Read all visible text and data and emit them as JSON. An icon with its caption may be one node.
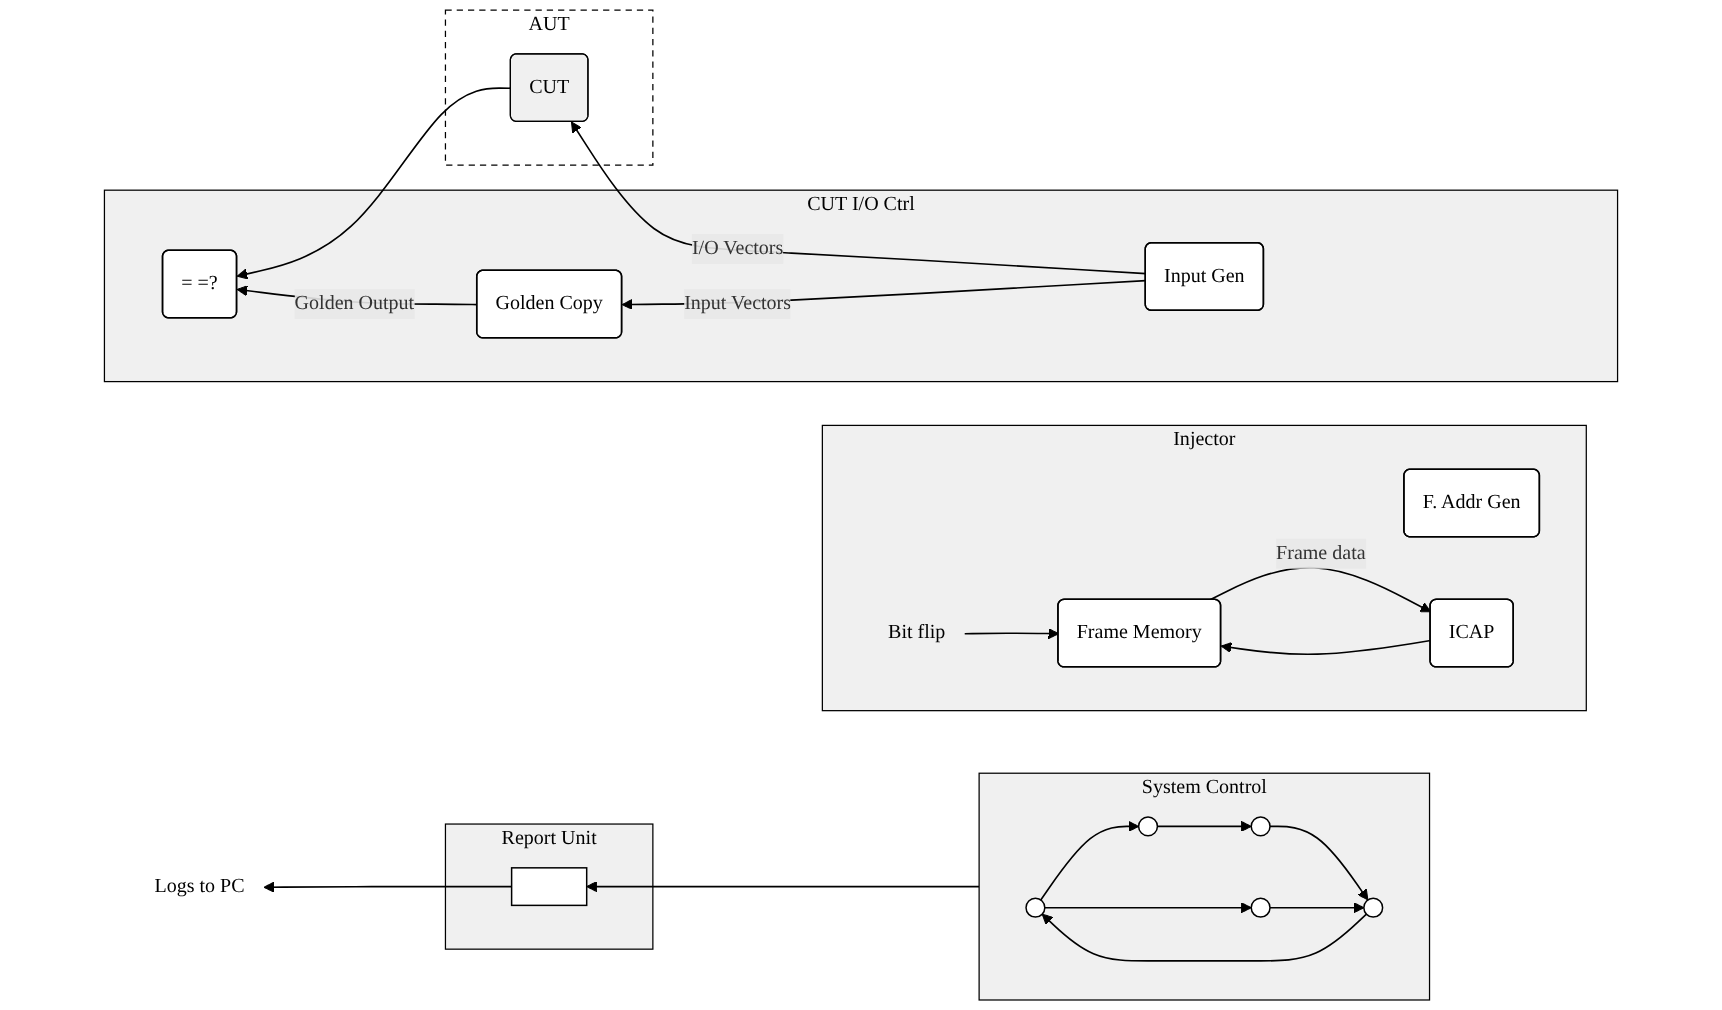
{
  "diagram": {
    "nodes": [
      {
        "text": [
          "AUT"
        ]
      },
      {
        "text": [
          "CUT"
        ],
        "in": 0
      },
      {
        "text": [
          "CUT I/O Ctrl"
        ]
      },
      {
        "text": [
          "Input Gen"
        ],
        "in": 2
      },
      {
        "text": [
          "Golden Copy"
        ],
        "in": 2
      },
      {
        "text": [
          "= =?"
        ],
        "in": 2
      },
      {
        "text": [
          "Injector"
        ]
      },
      {
        "text": [
          "F. Addr Gen"
        ],
        "in": 6
      },
      {
        "text": [
          "Bit flip"
        ],
        "in": 6
      },
      {
        "text": [
          "Frame Memory"
        ],
        "in": 6
      },
      {
        "text": [
          "ICAP"
        ],
        "in": 6
      },
      {
        "text": [
          "Logs to PC"
        ]
      },
      {
        "text": [
          "Report Unit"
        ]
      },
      {
        "text": [],
        "shape": "bar",
        "in": 12
      },
      {
        "text": [
          "System Control"
        ]
      },
      {
        "text": [],
        "shape": "circle",
        "in": 14
      },
      {
        "text": [],
        "shape": "circle",
        "in": 14
      },
      {
        "text": [],
        "shape": "circle",
        "in": 14
      },
      {
        "text": [],
        "shape": "circle",
        "in": 14
      },
      {
        "text": [],
        "shape": "circle",
        "in": 14
      }
    ],
    "edges": [
      {
        "from": 3,
        "to": 1,
        "arrow": "to",
        "label": "I/O Vectors"
      },
      {
        "from": 1,
        "to": 5,
        "arrow": "to"
      },
      {
        "from": 3,
        "to": 4,
        "arrow": "to",
        "label": "Input Vectors"
      },
      {
        "from": 4,
        "to": 5,
        "arrow": "to",
        "label": "Golden Output"
      },
      {
        "from": 8,
        "to": 9,
        "arrow": "to"
      },
      {
        "from": 9,
        "to": 10,
        "arrow": "to",
        "label": "Frame data"
      },
      {
        "from": 10,
        "to": 9,
        "arrow": "to"
      },
      {
        "from": 14,
        "to": 13,
        "arrow": "to"
      },
      {
        "from": 13,
        "to": 11,
        "arrow": "to"
      },
      {
        "from": 15,
        "to": 16,
        "arrow": "to"
      },
      {
        "from": 16,
        "to": 19,
        "arrow": "to"
      },
      {
        "from": 19,
        "to": 18,
        "arrow": "to"
      },
      {
        "from": 18,
        "to": 15,
        "arrow": "to"
      },
      {
        "from": 15,
        "to": 17,
        "arrow": "to"
      },
      {
        "from": 17,
        "to": 18,
        "arrow": "to"
      }
    ]
  }
}
